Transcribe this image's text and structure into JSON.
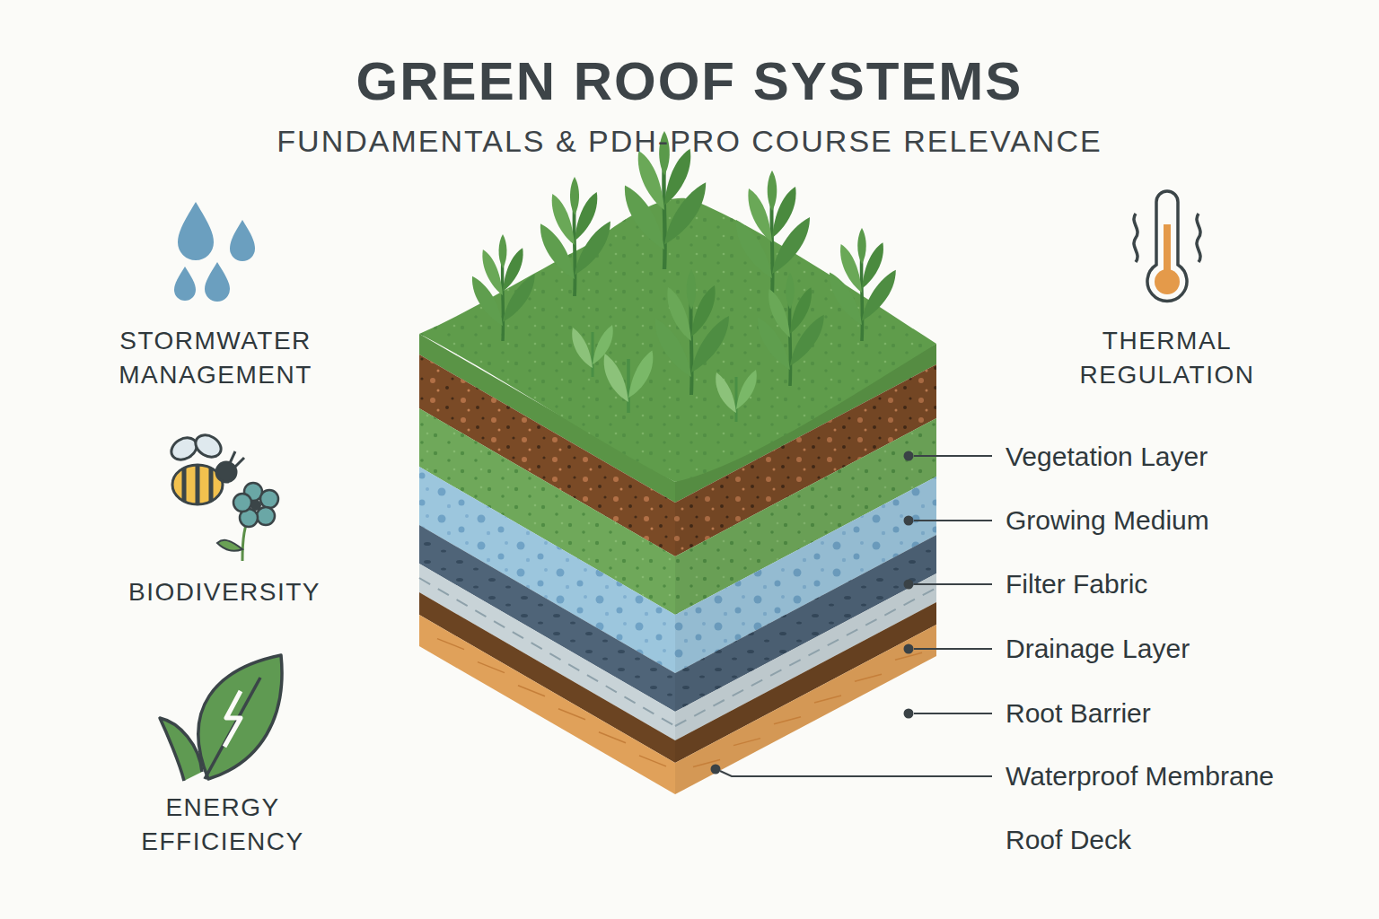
{
  "diagram": {
    "title": "GREEN ROOF SYSTEMS",
    "labels": [
      "FUNDAMENTALS & PDH-PRO COURSE RELEVANCE",
      "STORMWATER MANAGEMENT",
      "BIODIVERSITY",
      "ENERGY EFFICIENCY",
      "THERMAL REGULATION",
      "Vegetation Layer",
      "Growing Medium",
      "Filter Fabric",
      "Drainage Layer",
      "Root Barrier",
      "Waterproof Membrane",
      "Roof Deck"
    ]
  }
}
